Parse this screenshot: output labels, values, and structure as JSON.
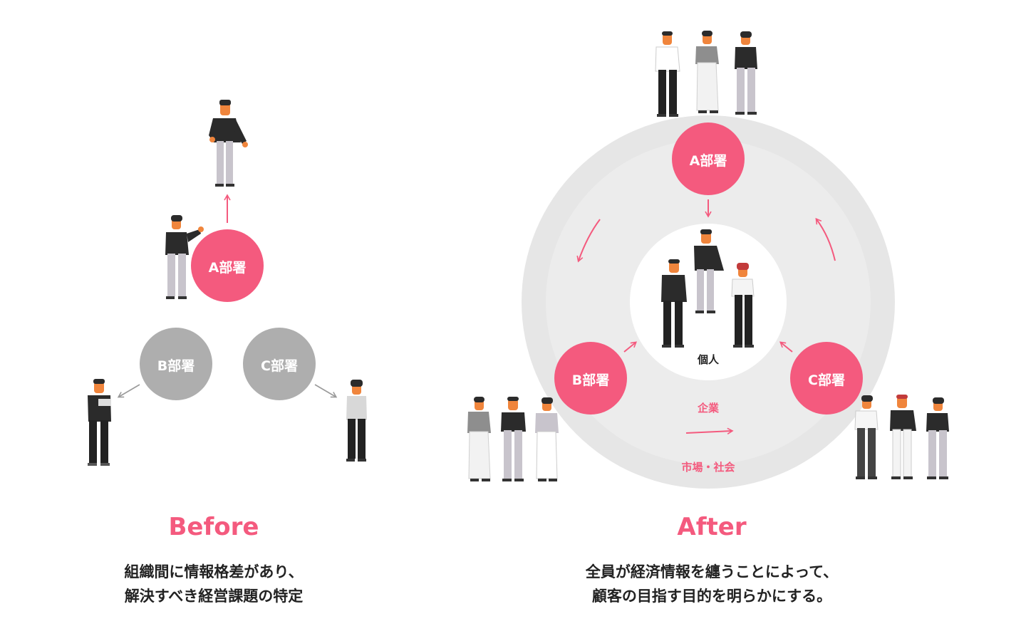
{
  "colors": {
    "accent": "#f45a7e",
    "gray_circle": "#aeaeae",
    "ring_outer": "#e6e6e6",
    "ring_mid": "#ececec",
    "text_dark": "#222222"
  },
  "before": {
    "heading": "Before",
    "dept_a": "A部署",
    "dept_b": "B部署",
    "dept_c": "C部署",
    "caption_line1": "組織間に情報格差があり、",
    "caption_line2": "解決すべき経営課題の特定"
  },
  "after": {
    "heading": "After",
    "dept_a": "A部署",
    "dept_b": "B部署",
    "dept_c": "C部署",
    "label_individual": "個人",
    "label_company": "企業",
    "label_society": "市場・社会",
    "caption_line1": "全員が経済情報を纏うことによって、",
    "caption_line2": "顧客の目指す目的を明らかにする。"
  }
}
